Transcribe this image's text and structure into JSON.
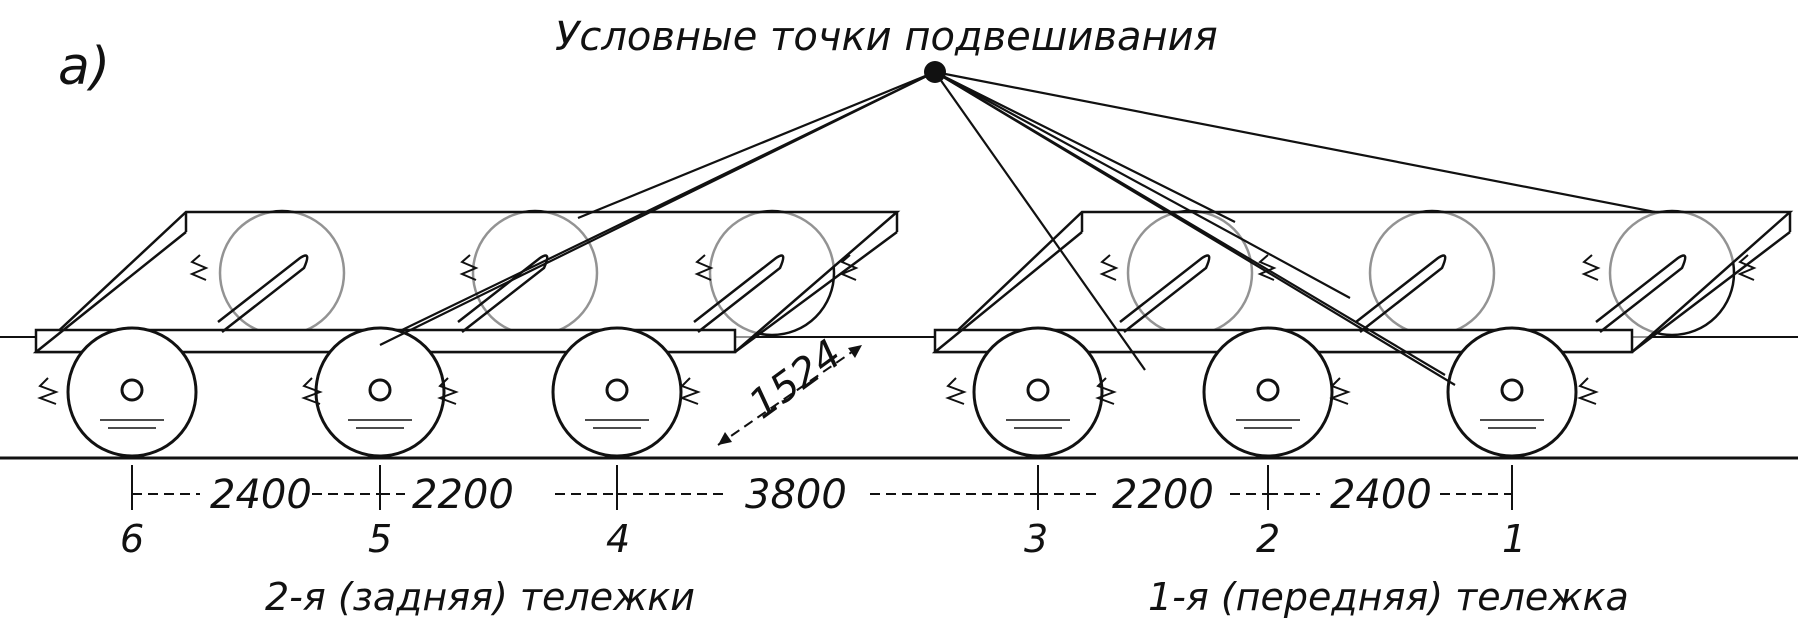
{
  "panel_letter": "a)",
  "title": "Условные точки подвешивания",
  "gauge": "1524",
  "dimensions": [
    "2400",
    "2200",
    "3800",
    "2200",
    "2400"
  ],
  "axles": [
    "6",
    "5",
    "4",
    "3",
    "2",
    "1"
  ],
  "bogies": {
    "rear": "2-я (задняя) тележки",
    "front": "1-я (передняя) тележка"
  }
}
